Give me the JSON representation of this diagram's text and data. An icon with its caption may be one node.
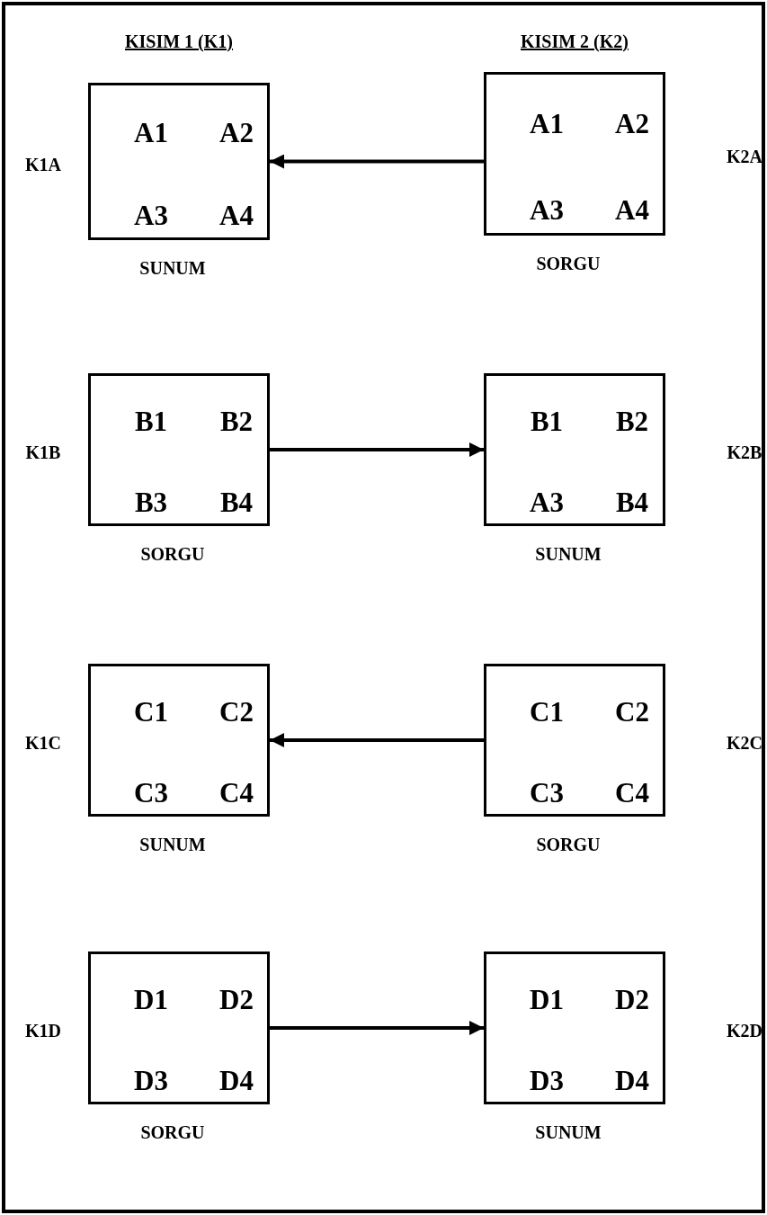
{
  "diagram": {
    "nodes": [
      {
        "text": [
          "A1",
          "A2",
          "A3",
          "A4"
        ],
        "beside": [
          "K1A",
          "SUNUM"
        ]
      },
      {
        "text": [
          "A1",
          "A2",
          "A3",
          "A4"
        ],
        "beside": [
          "K2A",
          "SORGU"
        ]
      },
      {
        "text": [
          "B1",
          "B2",
          "B3",
          "B4"
        ],
        "beside": [
          "K1B",
          "SORGU"
        ]
      },
      {
        "text": [
          "B1",
          "B2",
          "A3",
          "B4"
        ],
        "beside": [
          "K2B",
          "SUNUM"
        ]
      },
      {
        "text": [
          "C1",
          "C2",
          "C3",
          "C4"
        ],
        "beside": [
          "K1C",
          "SUNUM"
        ]
      },
      {
        "text": [
          "C1",
          "C2",
          "C3",
          "C4"
        ],
        "beside": [
          "K2C",
          "SORGU"
        ]
      },
      {
        "text": [
          "D1",
          "D2",
          "D3",
          "D4"
        ],
        "beside": [
          "K1D",
          "SORGU"
        ]
      },
      {
        "text": [
          "D1",
          "D2",
          "D3",
          "D4"
        ],
        "beside": [
          "K2D",
          "SUNUM"
        ]
      }
    ],
    "edges": [
      {
        "from": 1,
        "to": 0,
        "arrow": "to"
      },
      {
        "from": 2,
        "to": 3,
        "arrow": "to"
      },
      {
        "from": 5,
        "to": 4,
        "arrow": "to"
      },
      {
        "from": 6,
        "to": 7,
        "arrow": "to"
      }
    ],
    "labels": [
      "KISIM 1 (K1)",
      "KISIM 2 (K2)"
    ]
  }
}
